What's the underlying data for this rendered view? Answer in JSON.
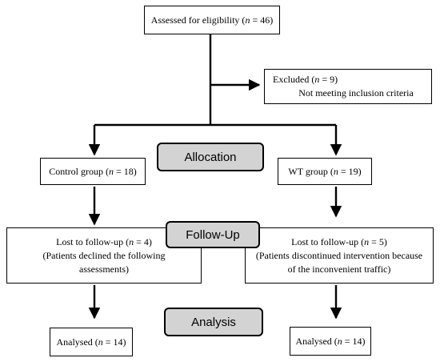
{
  "flow": {
    "assessed": {
      "prefix": "Assessed for eligibility (",
      "n": "n",
      "suffix": " = 46)"
    },
    "excluded": {
      "prefix": "Excluded (",
      "n": "n",
      "suffix": " = 9)",
      "reason": "Not meeting inclusion criteria"
    },
    "control": {
      "prefix": "Control group (",
      "n": "n",
      "suffix": " = 18)"
    },
    "wt": {
      "prefix": "WT group (",
      "n": "n",
      "suffix": " = 19)"
    },
    "lost_control": {
      "prefix": "Lost to follow-up (",
      "n": "n",
      "suffix": " = 4)",
      "reason_1": "(Patients declined the following",
      "reason_2": "assessments)"
    },
    "lost_wt": {
      "prefix": "Lost to follow-up (",
      "n": "n",
      "suffix": " = 5)",
      "reason_1": "(Patients discontinued intervention because",
      "reason_2": "of the inconvenient traffic)"
    },
    "analysed_control": {
      "prefix": "Analysed (",
      "n": "n",
      "suffix": " = 14)"
    },
    "analysed_wt": {
      "prefix": "Analysed (",
      "n": "n",
      "suffix": " = 14)"
    }
  },
  "stages": {
    "allocation": "Allocation",
    "followup": "Follow-Up",
    "analysis": "Analysis"
  }
}
